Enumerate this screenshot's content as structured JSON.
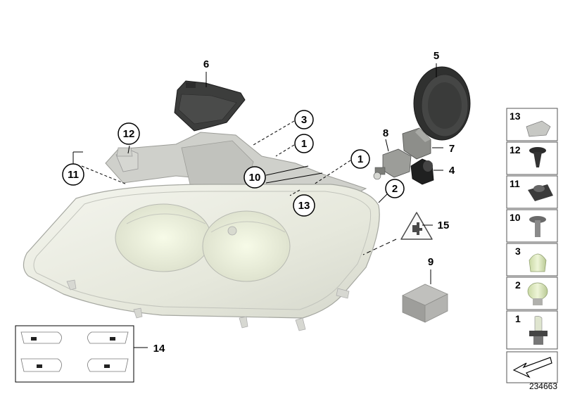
{
  "diagram": {
    "reference_id": "234663",
    "callouts": {
      "c1a": "1",
      "c1b": "1",
      "c2": "2",
      "c3": "3",
      "c4": "4",
      "c5": "5",
      "c6": "6",
      "c7": "7",
      "c8": "8",
      "c9": "9",
      "c10": "10",
      "c11": "11",
      "c12": "12",
      "c13": "13",
      "c14": "14",
      "c15": "15"
    },
    "legend_panel": [
      {
        "label": "13",
        "part": "spring-nut"
      },
      {
        "label": "12",
        "part": "expanding-rivet"
      },
      {
        "label": "11",
        "part": "clip-nut"
      },
      {
        "label": "10",
        "part": "screw-with-washer"
      },
      {
        "label": "3",
        "part": "wedge-bulb"
      },
      {
        "label": "2",
        "part": "bayonet-bulb"
      },
      {
        "label": "1",
        "part": "halogen-bulb"
      }
    ]
  }
}
